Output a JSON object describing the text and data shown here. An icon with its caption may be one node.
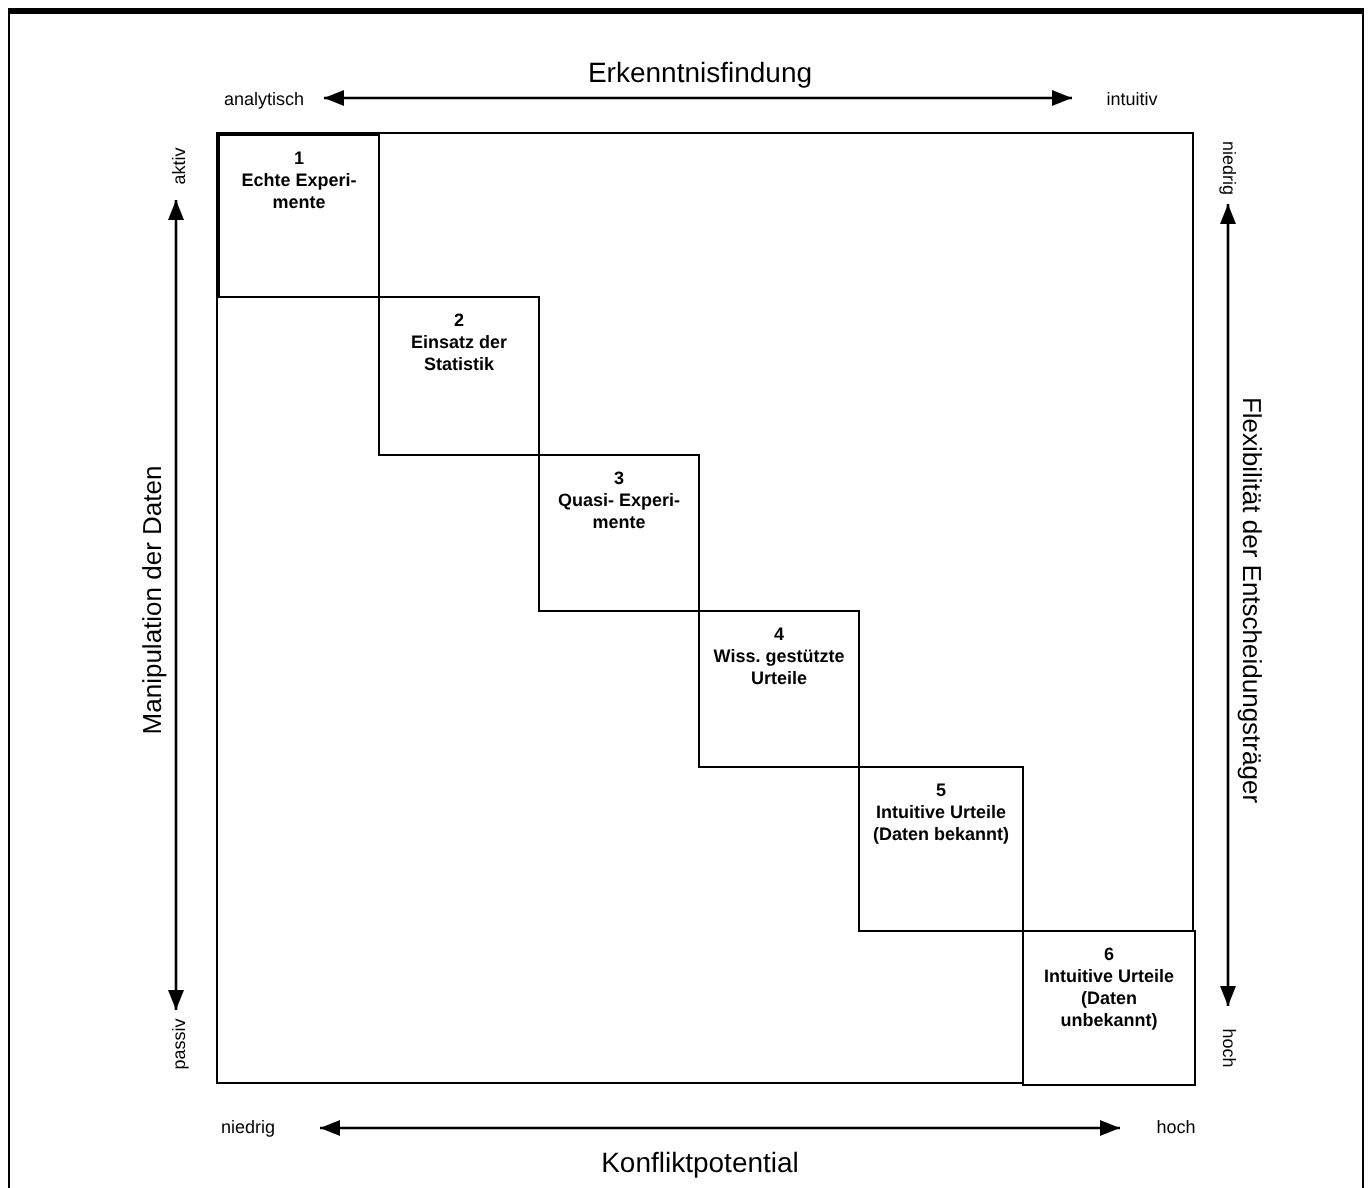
{
  "diagram": {
    "nodes": [
      {
        "text": [],
        "shape": "box"
      },
      {
        "text": [
          "1",
          "Echte Experi- mente"
        ],
        "in": 0
      },
      {
        "text": [
          "2",
          "Einsatz der Statistik"
        ],
        "in": 0
      },
      {
        "text": [
          "3",
          "Quasi- Experi- mente"
        ],
        "in": 0
      },
      {
        "text": [
          "4",
          "Wiss. gestützte Urteile"
        ],
        "in": 0
      },
      {
        "text": [
          "5",
          "Intuitive Urteile (Daten bekannt)"
        ],
        "in": 0
      },
      {
        "text": [
          "6",
          "Intuitive Urteile (Daten unbekannt)"
        ],
        "in": 0
      }
    ],
    "labels": [
      "Erkenntnisfindung",
      "analytisch",
      "intuitiv",
      "aktiv",
      "niedrig",
      "Manipulation der Daten",
      "Flexibilität der Entscheidungsträger",
      "passiv",
      "hoch",
      "niedrig",
      "hoch",
      "Konfliktpotential"
    ]
  }
}
